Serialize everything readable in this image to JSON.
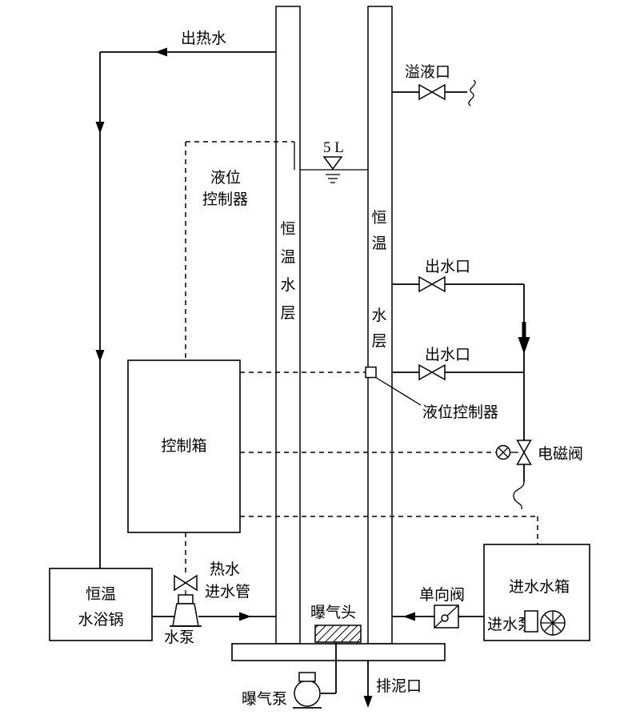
{
  "diagram": {
    "type": "process-schematic",
    "description": "Aeration reactor column with thermostatic water jacket, control box and pumps",
    "colors": {
      "line": "#000000",
      "background": "#ffffff"
    },
    "labels": {
      "hot_water_out": "出热水",
      "overflow_port": "溢液口",
      "volume_mark": "5 L",
      "level_controller_left_line1": "液位",
      "level_controller_left_line2": "控制器",
      "jacket_left_chars": [
        "恒",
        "温",
        "水",
        "层"
      ],
      "jacket_right_top_chars": [
        "恒",
        "温"
      ],
      "jacket_right_bottom_chars": [
        "水",
        "层"
      ],
      "outlet_top": "出水口",
      "outlet_bottom": "出水口",
      "level_controller_right": "液位控制器",
      "solenoid_valve": "电磁阀",
      "control_box": "控制箱",
      "water_bath_line1": "恒温",
      "water_bath_line2": "水浴锅",
      "hot_water_pipe_line1": "热水",
      "hot_water_pipe_line2": "进水管",
      "water_pump": "水泵",
      "aeration_head": "曝气头",
      "check_valve": "单向阀",
      "inlet_tank": "进水水箱",
      "inlet_pump": "进水泵",
      "sludge_port": "排泥口",
      "aeration_pump": "曝气泵"
    }
  }
}
